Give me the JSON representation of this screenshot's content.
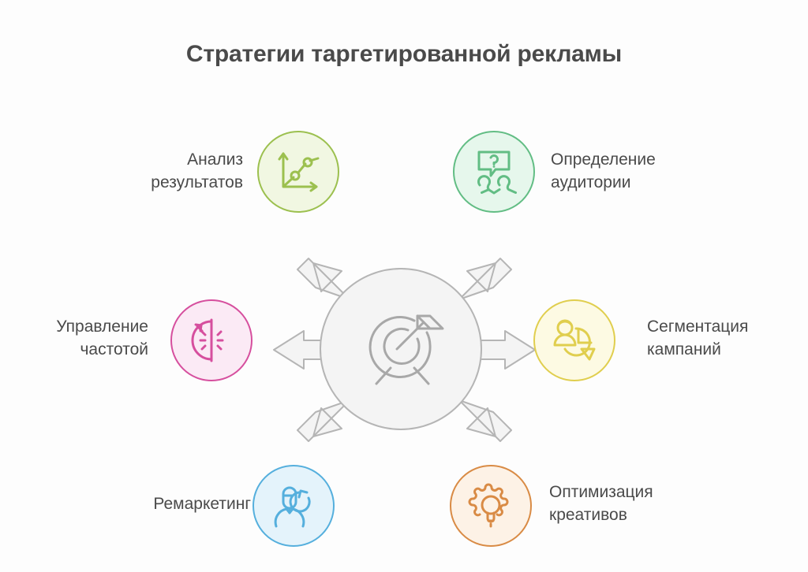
{
  "header": {
    "title": "Стратегии таргетированной рекламы"
  },
  "center": {
    "icon": "target-arrow-icon",
    "fill": "#f4f4f4",
    "stroke": "#b5b5b5"
  },
  "nodes": [
    {
      "id": "analytics",
      "label": "Анализ\nрезультатов",
      "icon": "line-chart-icon",
      "fill": "#f1f7e2",
      "stroke": "#9cc04f",
      "position": "top-left"
    },
    {
      "id": "audience",
      "label": "Определение\nаудитории",
      "icon": "people-question-icon",
      "fill": "#e6f7ec",
      "stroke": "#62bd84",
      "position": "top-right"
    },
    {
      "id": "segmentation",
      "label": "Сегментация\nкампаний",
      "icon": "person-pie-chart-icon",
      "fill": "#fdfae3",
      "stroke": "#e0ce4e",
      "position": "right"
    },
    {
      "id": "optimization",
      "label": "Оптимизация\nкреативов",
      "icon": "gear-lightbulb-icon",
      "fill": "#fdf2e6",
      "stroke": "#d98b45",
      "position": "bottom-right"
    },
    {
      "id": "remarketing",
      "label": "Ремаркетинг",
      "icon": "person-refresh-icon",
      "fill": "#e4f3fb",
      "stroke": "#55afdd",
      "position": "bottom-left"
    },
    {
      "id": "frequency",
      "label": "Управление\nчастотой",
      "icon": "gauge-icon",
      "fill": "#fbeaf5",
      "stroke": "#d64f9e",
      "position": "left"
    }
  ],
  "arrows": {
    "count": 6,
    "fill": "#f4f4f4",
    "stroke": "#b5b5b5",
    "directions": [
      "up-left",
      "up-right",
      "right",
      "down-right",
      "down-left",
      "left"
    ]
  }
}
